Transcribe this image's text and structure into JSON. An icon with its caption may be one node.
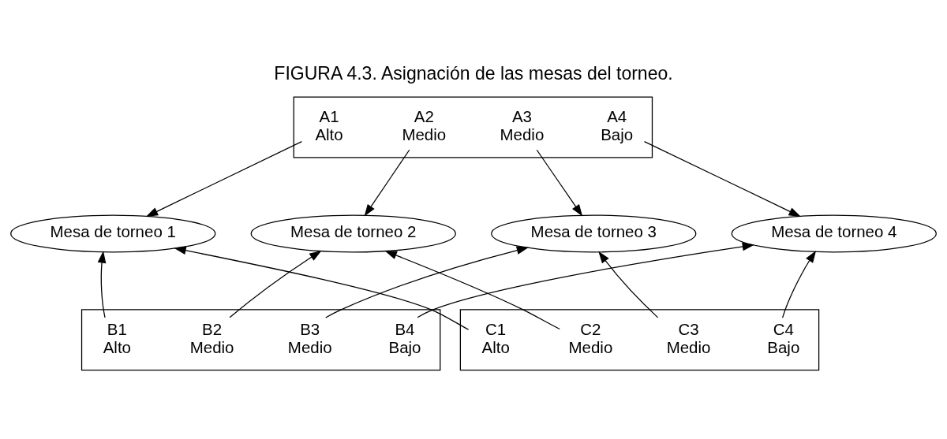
{
  "diagram": {
    "title": "FIGURA 4.3. Asignación de las mesas del torneo.",
    "nodes": [
      {
        "text": [],
        "shape": "box"
      },
      {
        "text": [
          "A1",
          "Alto"
        ],
        "in": 0
      },
      {
        "text": [
          "A2",
          "Medio"
        ],
        "in": 0
      },
      {
        "text": [
          "A3",
          "Medio"
        ],
        "in": 0
      },
      {
        "text": [
          "A4",
          "Bajo"
        ],
        "in": 0
      },
      {
        "text": [
          "Mesa de torneo 1"
        ]
      },
      {
        "text": [
          "Mesa de torneo 2"
        ]
      },
      {
        "text": [
          "Mesa de torneo 3"
        ]
      },
      {
        "text": [
          "Mesa de torneo 4"
        ]
      },
      {
        "text": [],
        "shape": "box"
      },
      {
        "text": [
          "B1",
          "Alto"
        ],
        "in": 9
      },
      {
        "text": [
          "B2",
          "Medio"
        ],
        "in": 9
      },
      {
        "text": [
          "B3",
          "Medio"
        ],
        "in": 9
      },
      {
        "text": [
          "B4",
          "Bajo"
        ],
        "in": 9
      },
      {
        "text": [],
        "shape": "box"
      },
      {
        "text": [
          "C1",
          "Alto"
        ],
        "in": 14
      },
      {
        "text": [
          "C2",
          "Medio"
        ],
        "in": 14
      },
      {
        "text": [
          "C3",
          "Medio"
        ],
        "in": 14
      },
      {
        "text": [
          "C4",
          "Bajo"
        ],
        "in": 14
      }
    ],
    "edges": [
      {
        "from": 1,
        "to": 5,
        "arrow": "to"
      },
      {
        "from": 2,
        "to": 6,
        "arrow": "to"
      },
      {
        "from": 3,
        "to": 7,
        "arrow": "to"
      },
      {
        "from": 4,
        "to": 8,
        "arrow": "to"
      },
      {
        "from": 10,
        "to": 5,
        "arrow": "to"
      },
      {
        "from": 11,
        "to": 6,
        "arrow": "to"
      },
      {
        "from": 12,
        "to": 7,
        "arrow": "to"
      },
      {
        "from": 13,
        "to": 8,
        "arrow": "to"
      },
      {
        "from": 15,
        "to": 5,
        "arrow": "to"
      },
      {
        "from": 16,
        "to": 6,
        "arrow": "to"
      },
      {
        "from": 17,
        "to": 7,
        "arrow": "to"
      },
      {
        "from": 18,
        "to": 8,
        "arrow": "to"
      }
    ]
  }
}
